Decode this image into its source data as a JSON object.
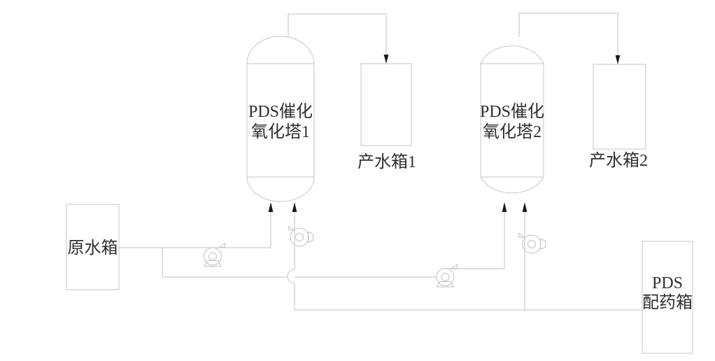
{
  "diagram_type": "process-flow-diagram",
  "colors": {
    "background": "#ffffff",
    "pipe_line": "#c2c2c2",
    "vessel_outline": "#c6c6c6",
    "flow_arrow": "#1a1a1a",
    "label_text": "#2f2f2f"
  },
  "tanks": {
    "raw": {
      "label": "原水箱"
    },
    "product1": {
      "label": "产水箱1"
    },
    "product2": {
      "label": "产水箱2"
    },
    "pds": {
      "label_line1": "PDS",
      "label_line2": "配药箱"
    }
  },
  "towers": {
    "tower1": {
      "label_line1": "PDS催化",
      "label_line2": "氧化塔1"
    },
    "tower2": {
      "label_line1": "PDS催化",
      "label_line2": "氧化塔2"
    }
  },
  "icons": {
    "pump": "centrifugal-pump-symbol",
    "flow_arrow": "filled-arrowhead",
    "pipe_crossing": "semicircle-jump-over"
  }
}
